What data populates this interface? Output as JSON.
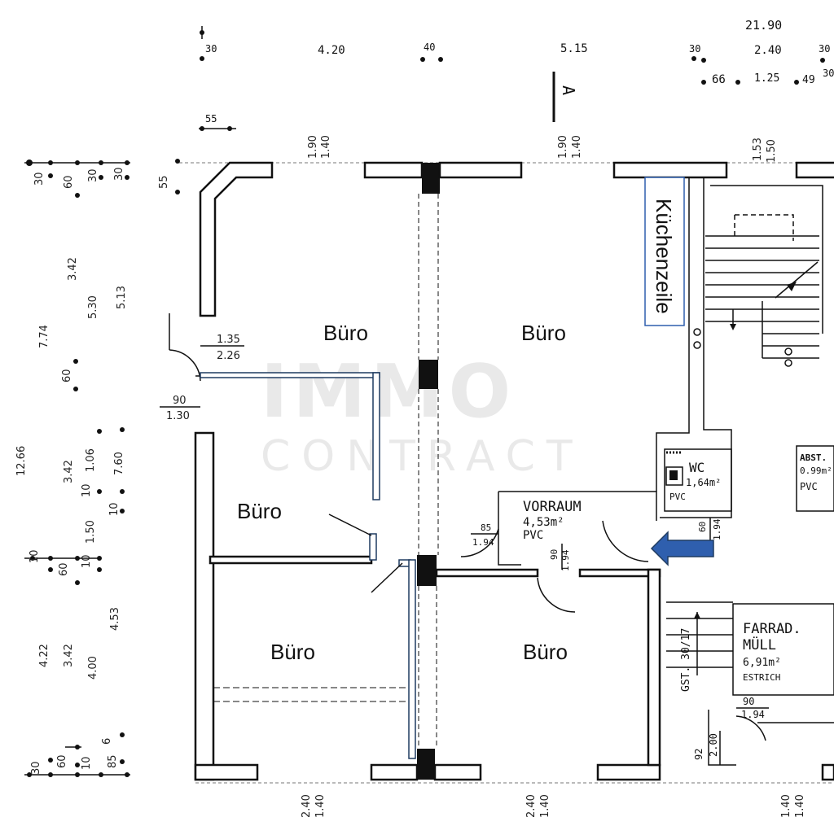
{
  "colors": {
    "accent": "#2f5fae",
    "new_wall": "#1f3b60",
    "watermark": "#e9e9e9"
  },
  "watermark": {
    "line1": "IMMO",
    "line2": "CONTRACT"
  },
  "top_dims": {
    "total": "21.90",
    "a": "30",
    "b": "4.20",
    "c": "40",
    "d": "5.15",
    "e": "30",
    "f": "2.40",
    "g": "30",
    "h": "66",
    "i": "1.25",
    "j": "49",
    "k": "30",
    "l": "55"
  },
  "section_marker": "A",
  "window_dims": {
    "w1a": "1.90",
    "w1b": "1.40",
    "w2a": "1.90",
    "w2b": "1.40",
    "w3a": "1.53",
    "w3b": "1.50"
  },
  "left_dims": {
    "d30a": "30",
    "d60a": "60",
    "d30b": "30",
    "d30c": "30",
    "d55": "55",
    "d342": "3.42",
    "d530": "5.30",
    "d513": "5.13",
    "d774": "7.74",
    "d60b": "60",
    "d1266": "12.66",
    "d342b": "3.42",
    "d106": "1.06",
    "d760": "7.60",
    "d10a": "10",
    "d10b": "10",
    "d150": "1.50",
    "d10c": "10",
    "d60c": "60",
    "d10d": "10",
    "d453": "4.53",
    "d422": "4.22",
    "d342c": "3.42",
    "d400": "4.00",
    "d6": "6",
    "d85": "85",
    "d30d": "30",
    "d60d": "60",
    "d10e": "10"
  },
  "door_dims": {
    "d135": "1.35",
    "d226": "2.26",
    "d90": "90",
    "d130": "1.30"
  },
  "rooms": {
    "buero_nw": "Büro",
    "buero_ne": "Büro",
    "buero_w": "Büro",
    "buero_sw": "Büro",
    "buero_s": "Büro",
    "kuechenzeile": "Küchenzeile"
  },
  "vorraum": {
    "name": "VORRAUM",
    "area": "4,53m²",
    "floor": "PVC",
    "d85": "85",
    "d194a": "1.94",
    "d90": "90",
    "d194b": "1.94"
  },
  "wc": {
    "name": "WC",
    "area": "1,64m²",
    "floor": "PVC",
    "d60": "60",
    "d194": "1.94"
  },
  "abst": {
    "name": "ABST.",
    "area": "0.99m²",
    "floor": "PVC"
  },
  "fahrrad": {
    "name": "FARRAD.",
    "name2": "MÜLL",
    "area": "6,91m²",
    "floor": "ESTRICH",
    "d90": "90",
    "d194": "1.94"
  },
  "stair_note": "GST. 30/17",
  "door_small": {
    "d92": "92",
    "d200": "2.00"
  },
  "bottom_dims": {
    "b1a": "2.40",
    "b1b": "1.40",
    "b2a": "2.40",
    "b2b": "1.40",
    "b3a": "1.40",
    "b3b": "1.40"
  }
}
